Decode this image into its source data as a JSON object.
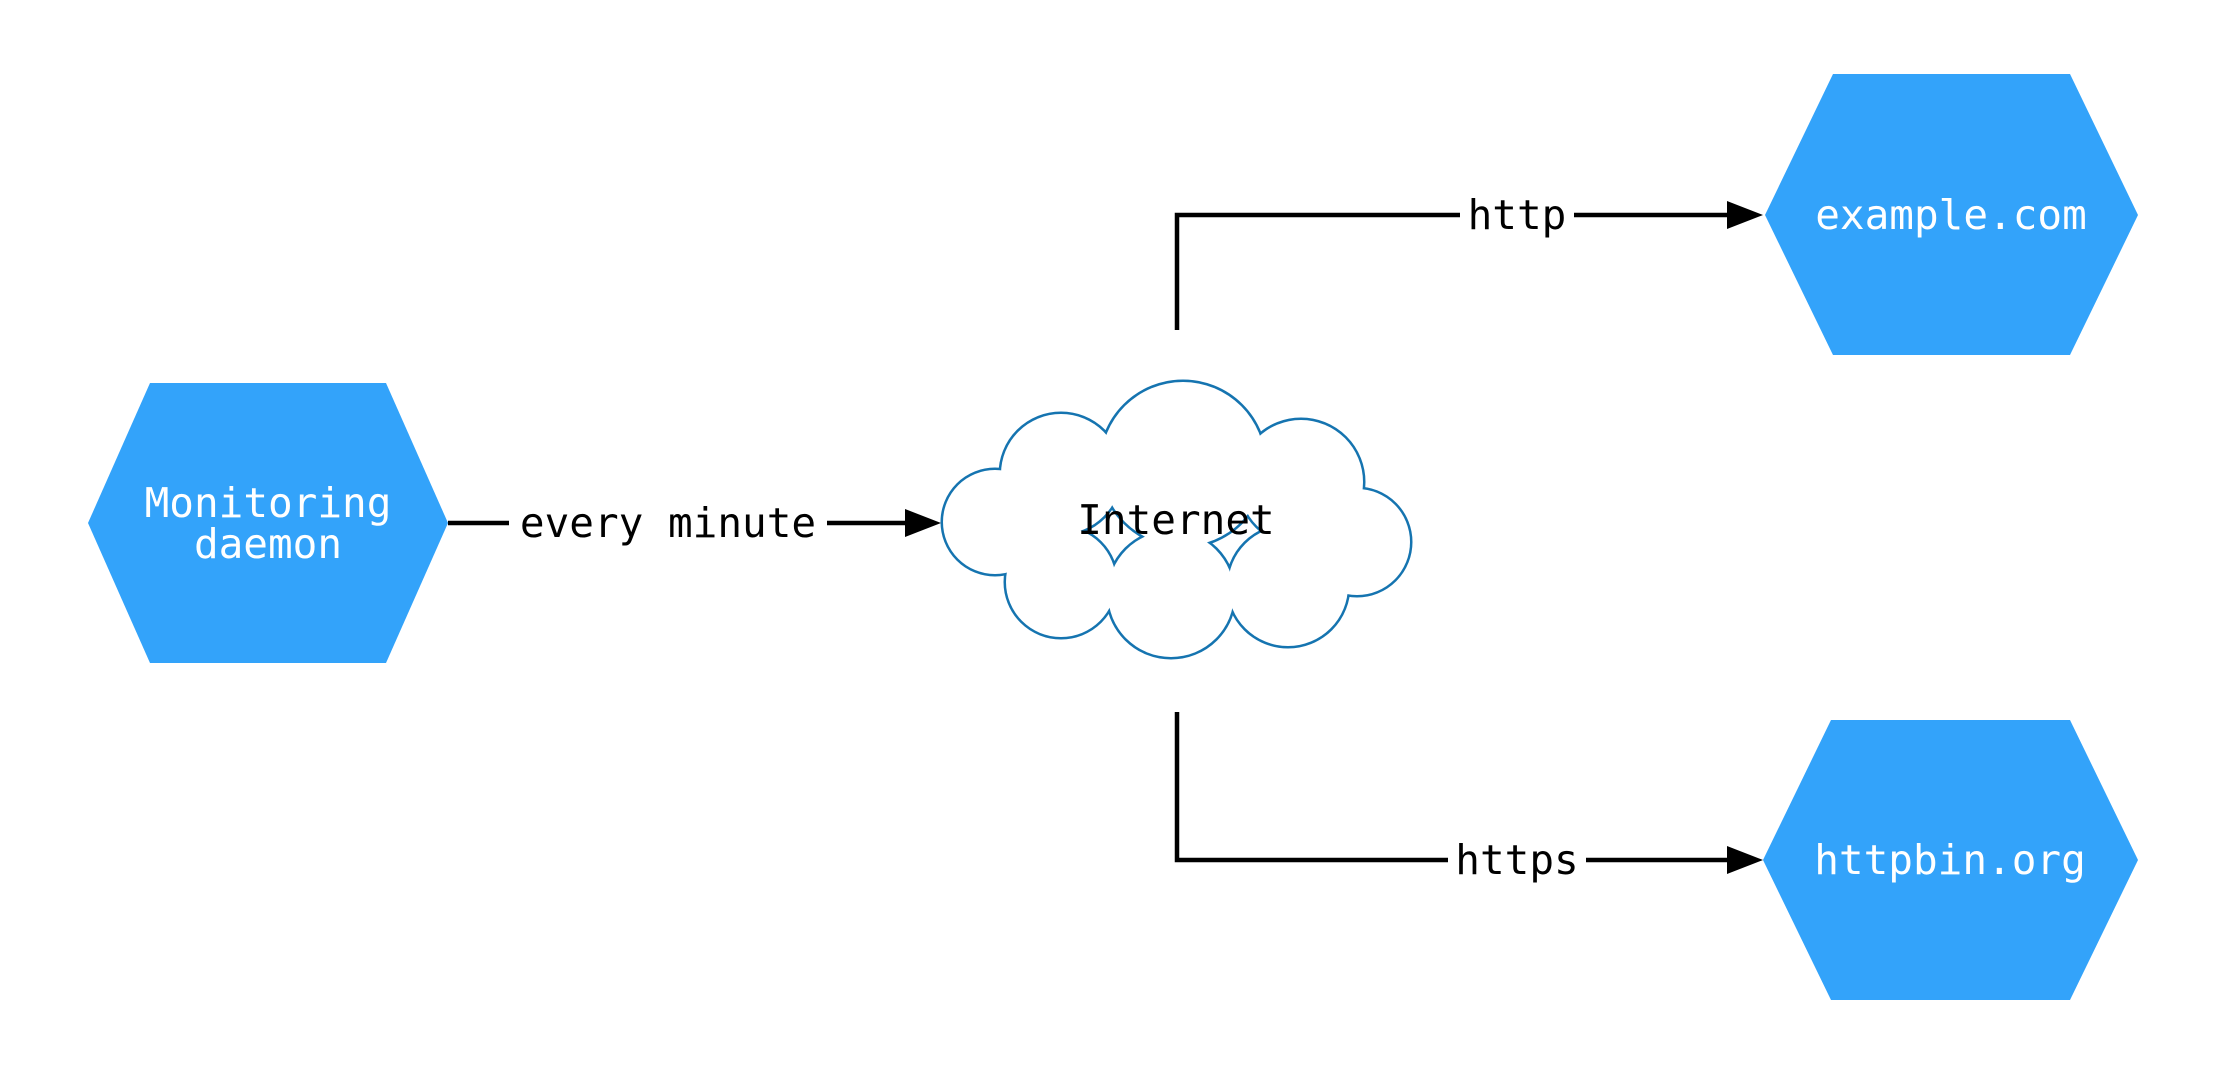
{
  "diagram": {
    "type": "network-flow-diagram",
    "background": "#ffffff"
  },
  "colors": {
    "node_fill": "#33a3fa",
    "node_text": "#ffffff",
    "cloud_fill": "#ffffff",
    "cloud_stroke": "#1574b0",
    "cloud_text": "#000000",
    "edge_color": "#000000",
    "edge_label_color": "#000000",
    "label_bg": "#ffffff"
  },
  "nodes": {
    "monitoring": {
      "shape": "hexagon",
      "lines": [
        "Monitoring",
        "daemon"
      ]
    },
    "internet": {
      "shape": "cloud",
      "label": "Internet"
    },
    "example": {
      "shape": "hexagon",
      "label": "example.com"
    },
    "httpbin": {
      "shape": "hexagon",
      "label": "httpbin.org"
    }
  },
  "edges": {
    "monitoring_to_internet": {
      "from": "Monitoring daemon",
      "to": "Internet",
      "label": "every minute"
    },
    "internet_to_example": {
      "from": "Internet",
      "to": "example.com",
      "label": "http"
    },
    "internet_to_httpbin": {
      "from": "Internet",
      "to": "httpbin.org",
      "label": "https"
    }
  }
}
